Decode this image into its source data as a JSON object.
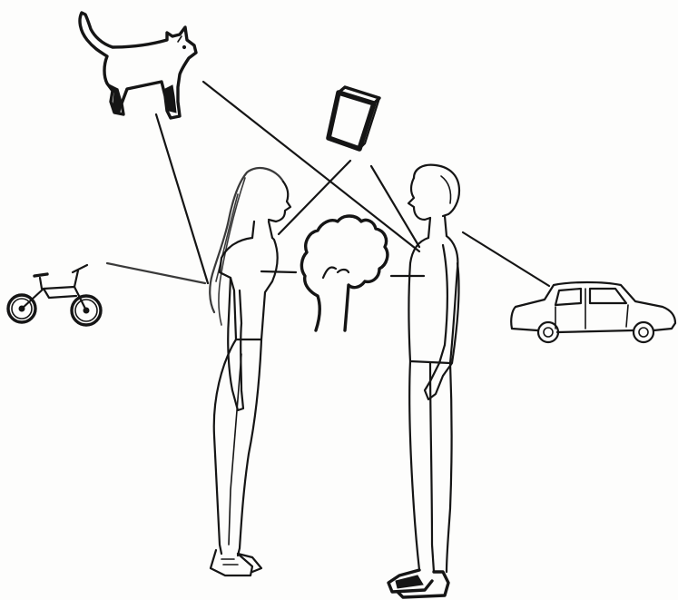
{
  "scene": {
    "background_color": "#fdfdfc",
    "ink_color": "#151515",
    "figures": [
      {
        "name": "woman",
        "icon": "woman-figure"
      },
      {
        "name": "man",
        "icon": "man-figure"
      }
    ],
    "objects": [
      {
        "name": "cat",
        "icon": "cat-icon"
      },
      {
        "name": "book",
        "icon": "book-icon"
      },
      {
        "name": "tree",
        "icon": "tree-icon"
      },
      {
        "name": "bicycle",
        "icon": "bicycle-icon"
      },
      {
        "name": "car",
        "icon": "car-icon"
      }
    ],
    "connections": [
      {
        "from": "woman",
        "to": "cat"
      },
      {
        "from": "woman",
        "to": "bicycle"
      },
      {
        "from": "woman",
        "to": "book"
      },
      {
        "from": "woman",
        "to": "tree"
      },
      {
        "from": "man",
        "to": "cat"
      },
      {
        "from": "man",
        "to": "book"
      },
      {
        "from": "man",
        "to": "tree"
      },
      {
        "from": "man",
        "to": "car"
      }
    ]
  }
}
